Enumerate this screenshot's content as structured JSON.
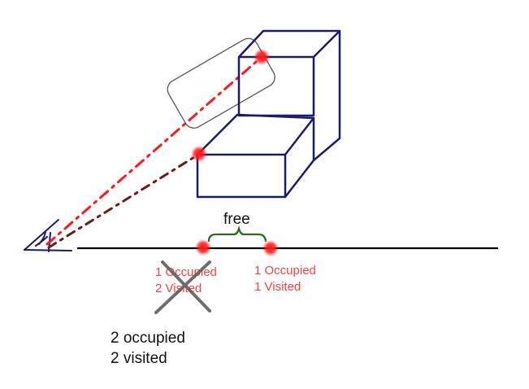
{
  "labels": {
    "free": "free",
    "left_point_line1": "1 Occupied",
    "left_point_line2": "2 Visited",
    "right_point_line1": "1 Occupied",
    "right_point_line2": "1 Visited",
    "result_line1": "2 occupied",
    "result_line2": "2 visited"
  },
  "colors": {
    "box_stroke": "#1c1a6e",
    "ray_upper": "#ff1a1a",
    "ray_lower": "#6b1a1a",
    "point": "#ff1a1a",
    "label_red": "#ff4040",
    "brace": "#2e6b1e",
    "cross": "#5f5f5f",
    "axis": "#000000"
  },
  "icons": {
    "sensor": "sensor-cone-icon",
    "cross": "cross-icon"
  }
}
